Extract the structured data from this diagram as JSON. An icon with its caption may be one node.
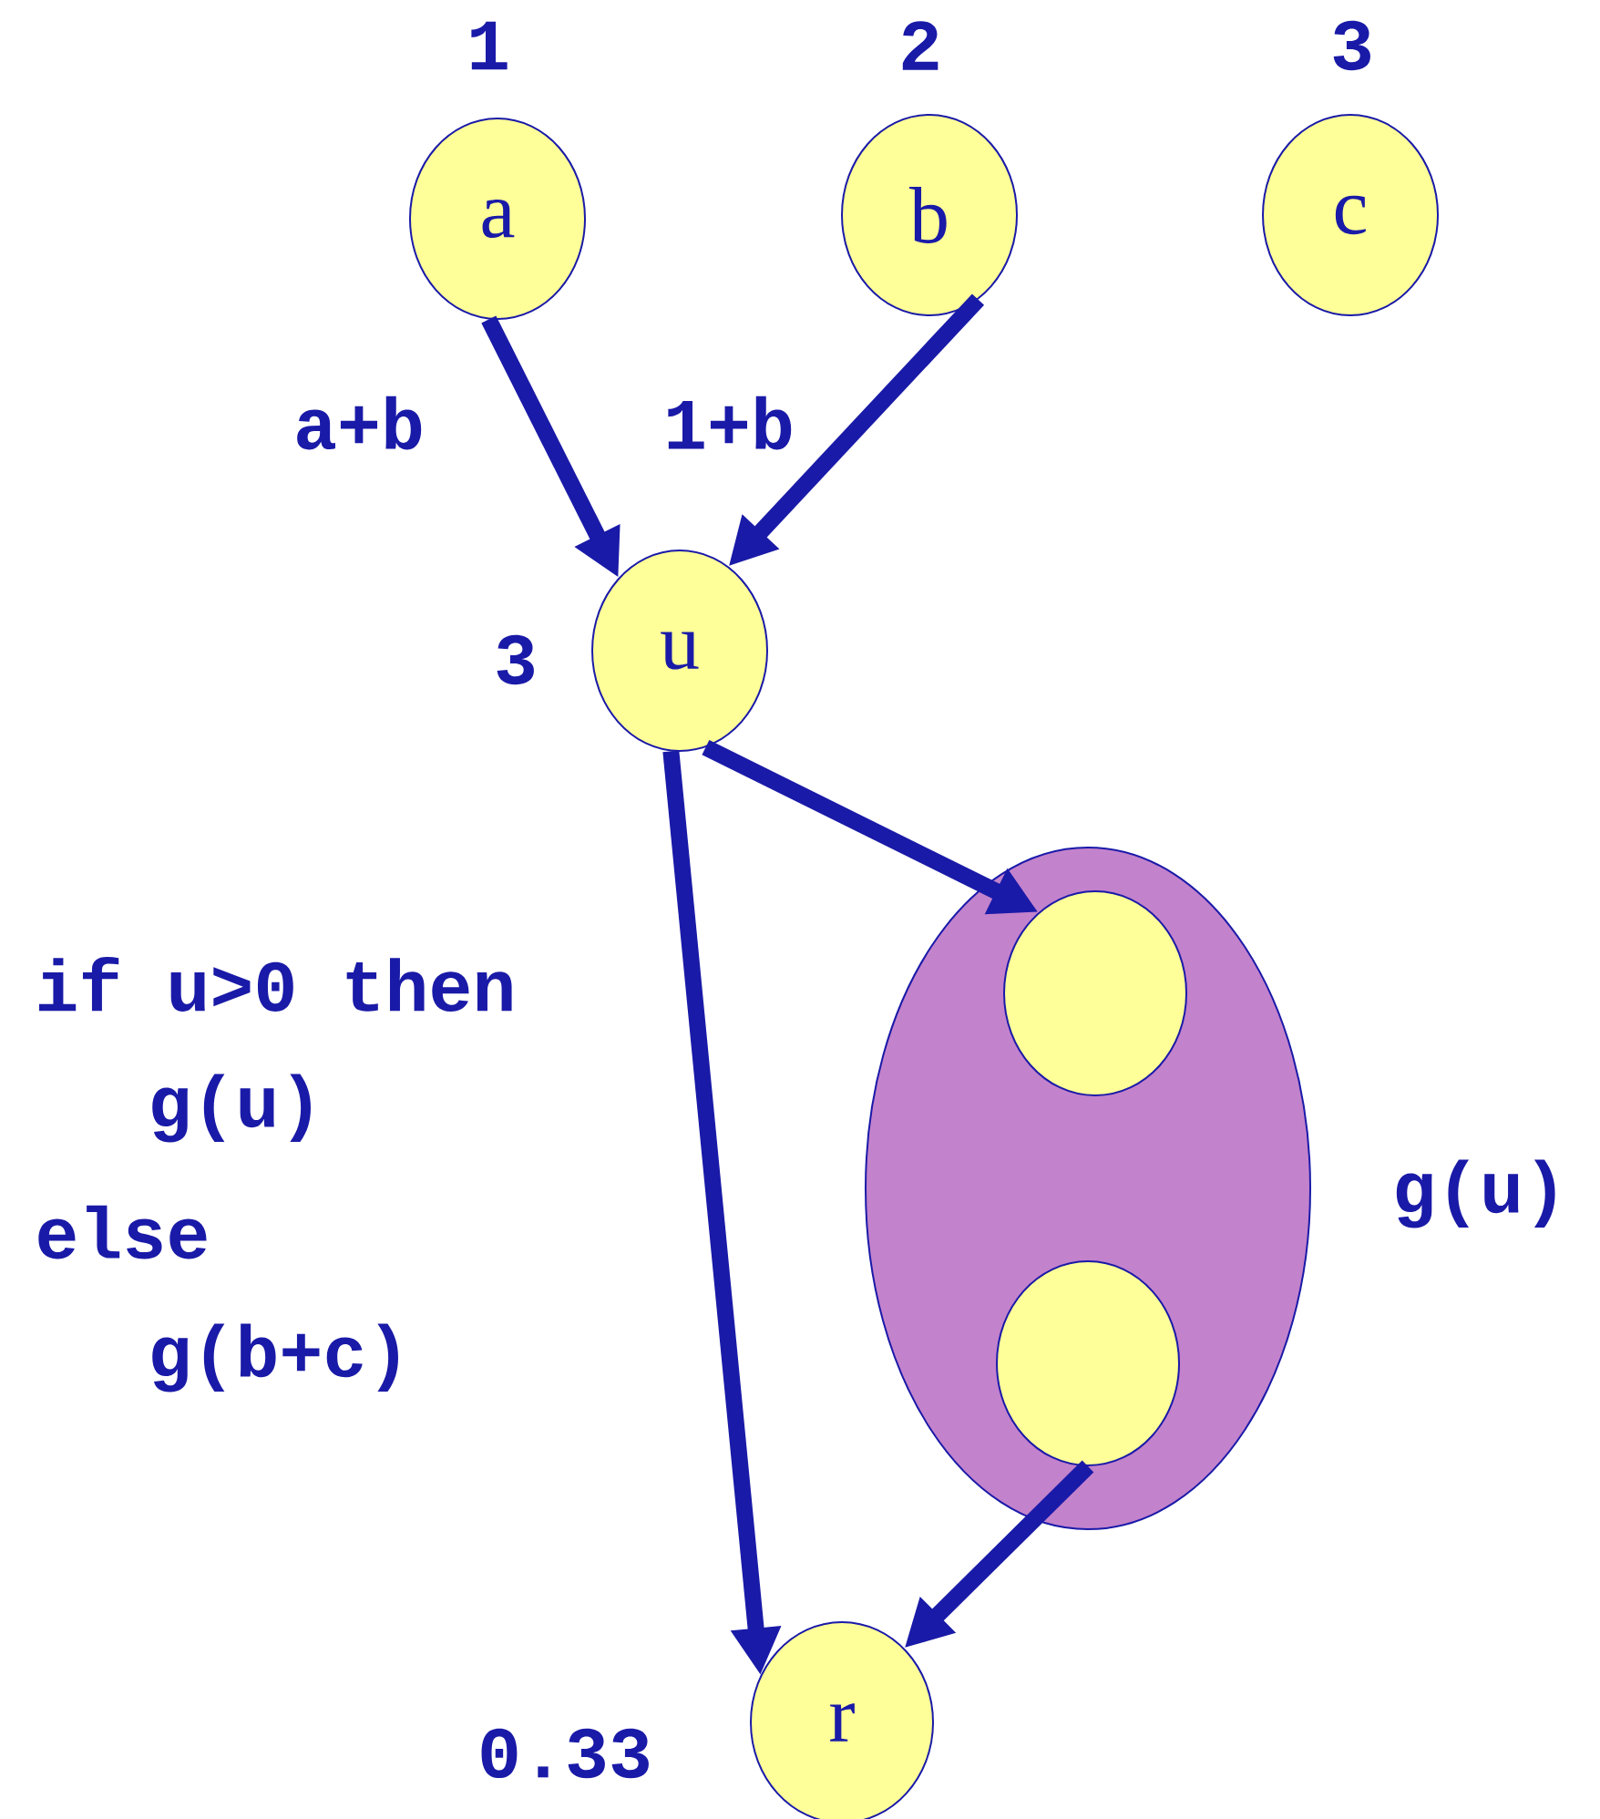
{
  "diagram": {
    "nodes": [
      {
        "text": [
          "a"
        ],
        "beside": [
          "1"
        ]
      },
      {
        "text": [
          "b"
        ],
        "beside": [
          "2"
        ]
      },
      {
        "text": [
          "c"
        ],
        "beside": [
          "3"
        ]
      },
      {
        "text": [
          "u"
        ],
        "beside": [
          "3"
        ]
      },
      {
        "text": [],
        "shape": "ellipse",
        "beside": [
          "g(u)"
        ]
      },
      {
        "text": [],
        "shape": "circle",
        "in": 4
      },
      {
        "text": [],
        "shape": "circle",
        "in": 4
      },
      {
        "text": [
          "r"
        ],
        "beside": [
          "0.33"
        ]
      }
    ],
    "edges": [
      {
        "from": 0,
        "to": 3,
        "arrow": "to",
        "label": "a+b"
      },
      {
        "from": 1,
        "to": 3,
        "arrow": "to",
        "label": "1+b"
      },
      {
        "from": 3,
        "to": 5,
        "arrow": "to"
      },
      {
        "from": 3,
        "to": 7,
        "arrow": "to"
      },
      {
        "from": 6,
        "to": 7,
        "arrow": "to"
      }
    ],
    "labels": [
      "if u>0 then",
      "g(u)",
      "else",
      "g(b+c)"
    ]
  }
}
